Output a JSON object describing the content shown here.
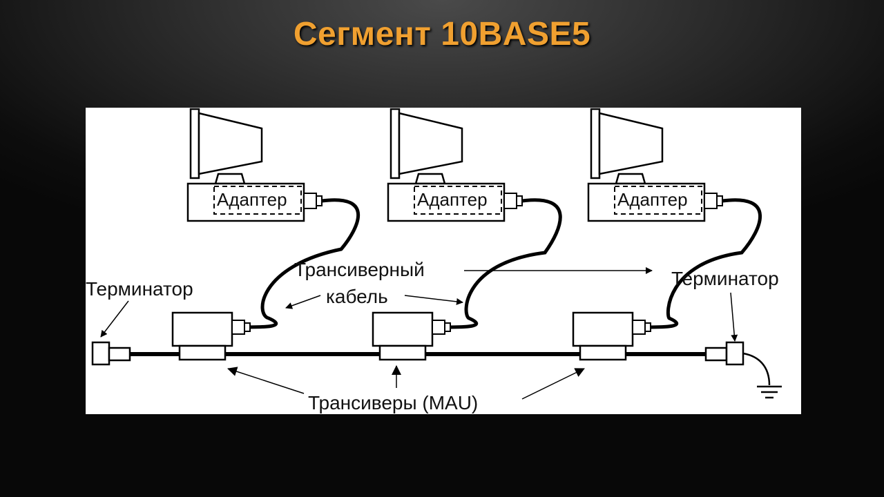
{
  "slide": {
    "title": "Сегмент 10BASE5",
    "title_color": "#f0a030",
    "background_color": "#0d0d0d"
  },
  "diagram": {
    "adapter_labels": [
      "Адаптер",
      "Адаптер",
      "Адаптер"
    ],
    "terminator_left_label": "Терминатор",
    "terminator_right_label": "Терминатор",
    "transceiver_cable_label_line1": "Трансиверный",
    "transceiver_cable_label_line2": "кабель",
    "transceivers_label": "Трансиверы (MAU)"
  }
}
